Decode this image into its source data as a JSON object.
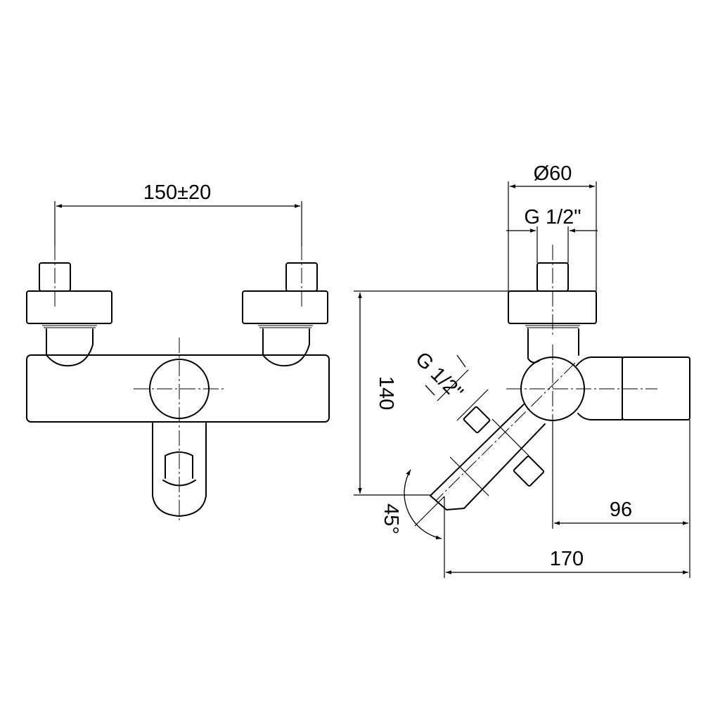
{
  "drawing": {
    "front_view": {
      "spacing": "150±20"
    },
    "side_view": {
      "diameter": "Ø60",
      "thread_top": "G 1/2\"",
      "height": "140",
      "thread_diagonal": "G 1/2\"",
      "angle": "45°",
      "depth_short": "96",
      "depth_total": "170"
    }
  }
}
